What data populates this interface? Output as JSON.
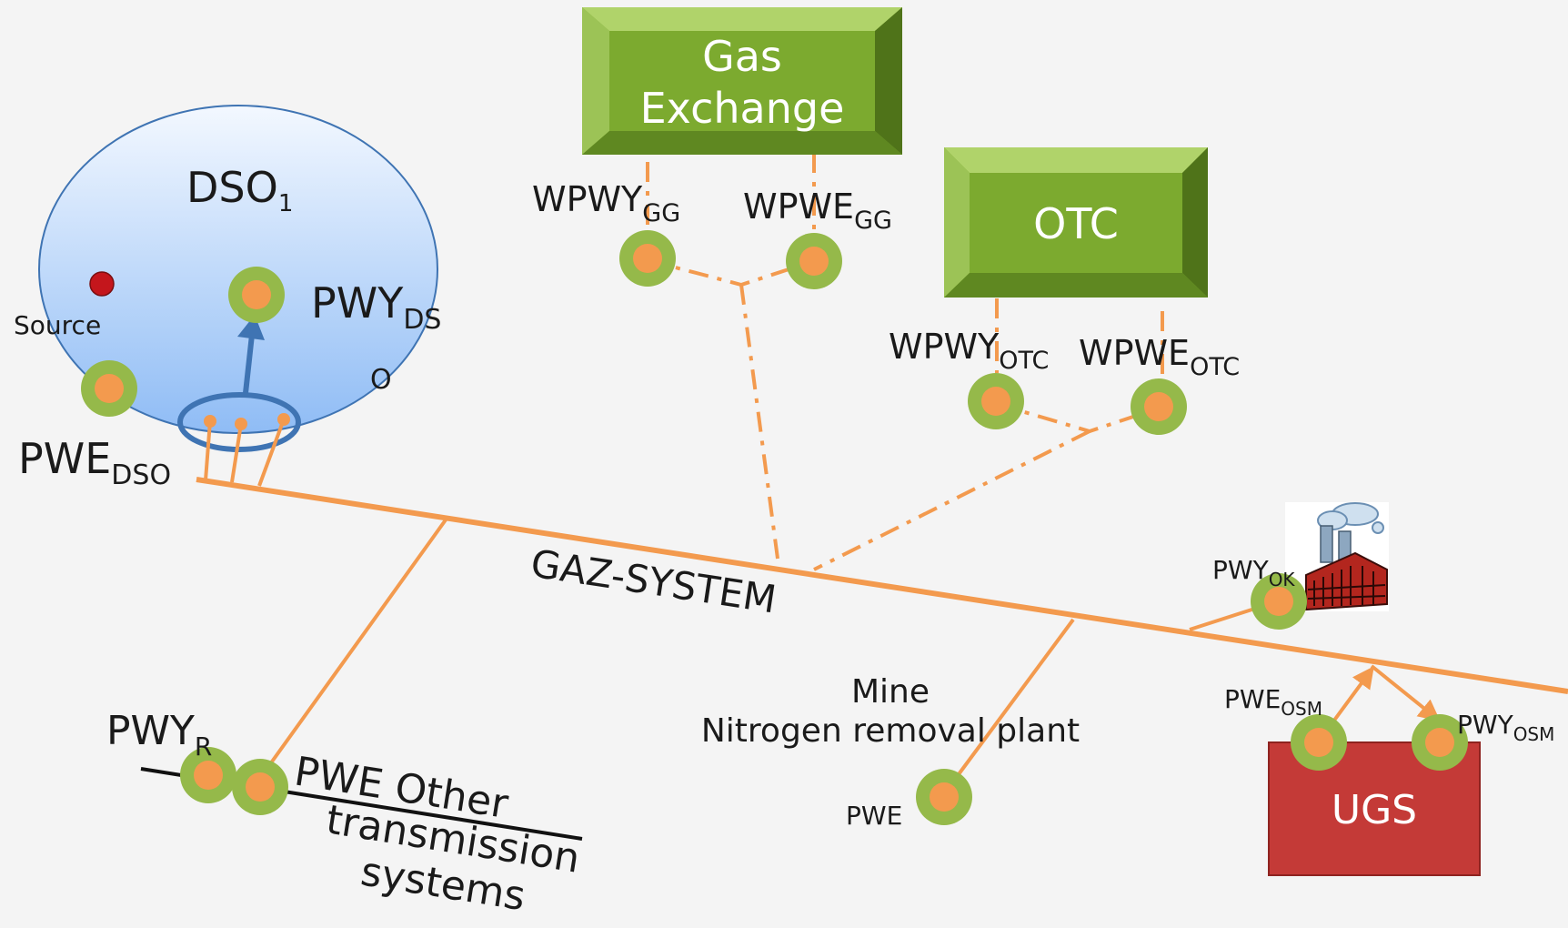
{
  "diagram": {
    "colors": {
      "pipeline": "#F39A4E",
      "node_ring": "#95B94A",
      "node_core": "#F39A4E",
      "dso_fill_top": "#EEF5FF",
      "dso_fill_bottom": "#8EBDF6",
      "dso_border": "#3F74B3",
      "box_green": "#7CAA2F",
      "box_red": "#C43A37",
      "text": "#1a1a1a"
    },
    "dso": {
      "label": "DSO",
      "sub": "1",
      "tail": "O"
    },
    "gas_exchange": {
      "line1": "Gas",
      "line2": "Exchange"
    },
    "otc": {
      "label": "OTC"
    },
    "ugs": {
      "label": "UGS"
    },
    "pipeline_label": "GAZ-SYSTEM",
    "labels": {
      "source": "Source",
      "pwy_ds": {
        "main": "PWY",
        "sub": "DS"
      },
      "pwe_dso": {
        "main": "PWE",
        "sub": "DSO"
      },
      "wpwy_gg": {
        "main": "WPWY",
        "sub": "GG"
      },
      "wpwe_gg": {
        "main": "WPWE",
        "sub": "GG"
      },
      "wpwy_otc": {
        "main": "WPWY",
        "sub": "OTC"
      },
      "wpwe_otc": {
        "main": "WPWE",
        "sub": "OTC"
      },
      "pwy_ok": {
        "main": "PWY",
        "sub": "OK"
      },
      "pwe_osm": {
        "main": "PWE",
        "sub": "OSM"
      },
      "pwy_osm": {
        "main": "PWY",
        "sub": "OSM"
      },
      "pwy_r": {
        "main": "PWY",
        "sub": "R"
      },
      "pwe_other": "PWE Other",
      "other_line2": "transmission",
      "other_line3": "systems",
      "mine": "Mine",
      "nitrogen": "Nitrogen removal plant",
      "pwe_mine": "PWE"
    },
    "icons": [
      "factory-icon",
      "source-dot-icon"
    ]
  }
}
